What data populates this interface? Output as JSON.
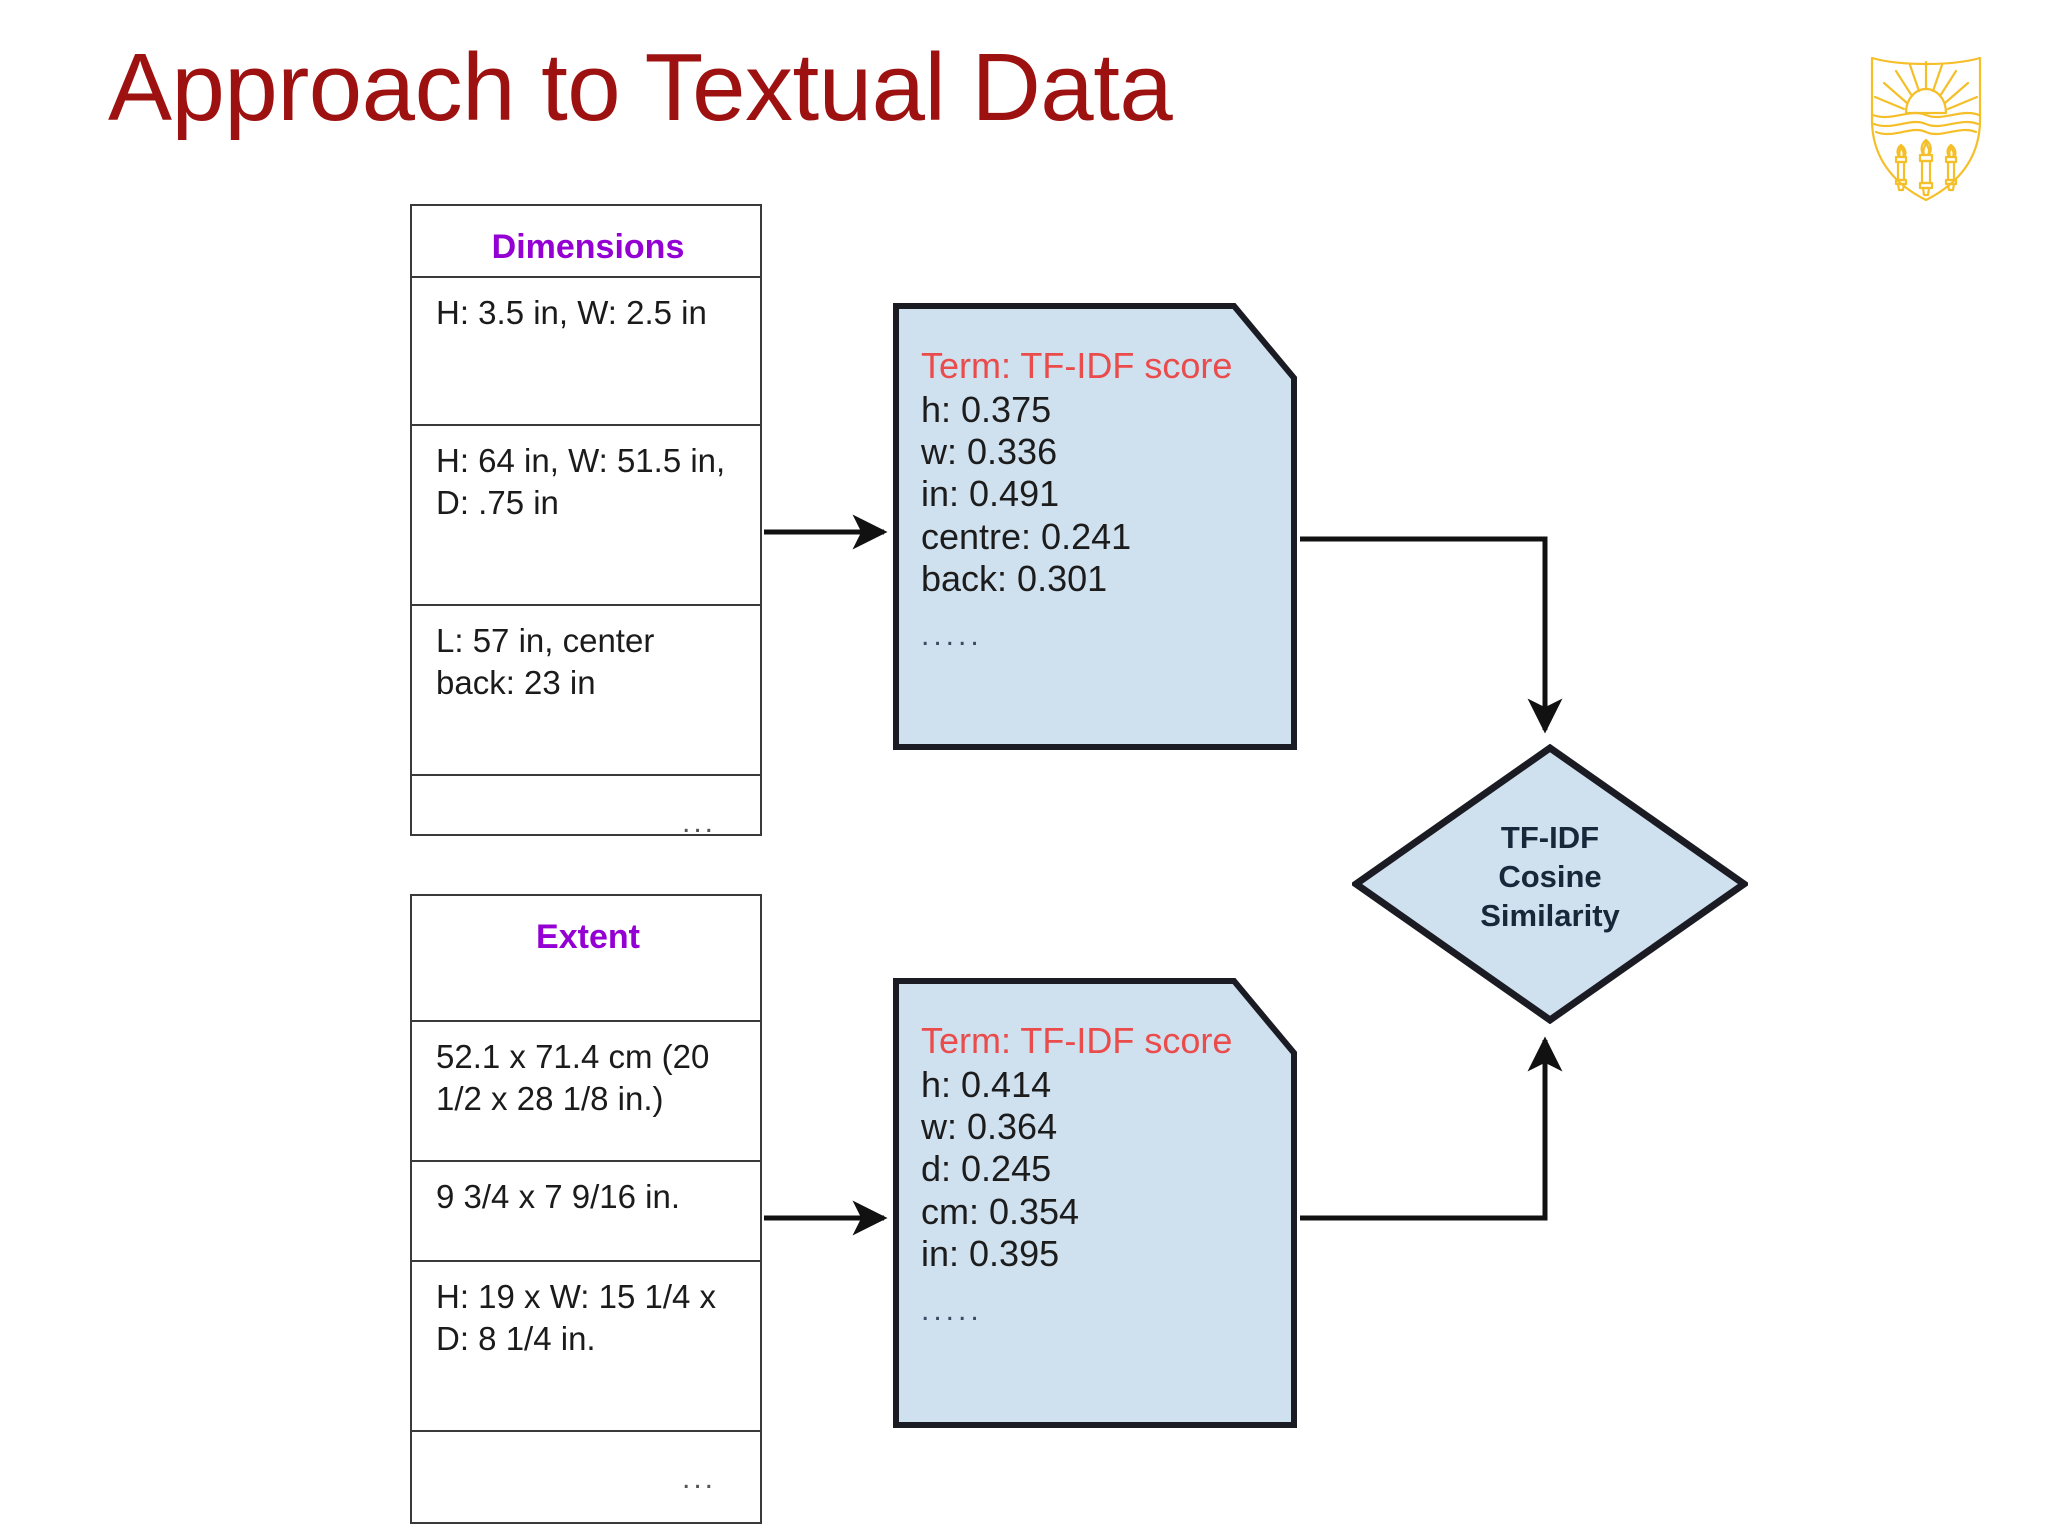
{
  "slide": {
    "title": "Approach to Textual Data",
    "title_color": "#9e1111",
    "background": "#ffffff",
    "logo_name": "usc-shield-logo",
    "logo_color": "#f5bf2a"
  },
  "tables": [
    {
      "name": "dimensions-table",
      "header": "Dimensions",
      "header_color": "#9400d3",
      "rows": [
        "H: 3.5 in, W: 2.5 in",
        "H: 64 in, W: 51.5 in,\nD: .75 in",
        "L: 57 in,  center\nback: 23 in",
        "..."
      ]
    },
    {
      "name": "extent-table",
      "header": "Extent",
      "header_color": "#9400d3",
      "rows": [
        "52.1 x 71.4 cm (20\n1/2 x 28 1/8 in.)",
        "9 3/4 x 7 9/16 in.",
        "H:  19 x W:  15 1/4 x\nD:  8 1/4 in.",
        "..."
      ]
    }
  ],
  "documents": [
    {
      "name": "tfidf-document-top",
      "heading": "Term: TF-IDF score",
      "heading_color": "#ea4b4b",
      "fill": "#cfe0ef",
      "terms": [
        {
          "term": "h",
          "score": "0.375"
        },
        {
          "term": "w",
          "score": "0.336"
        },
        {
          "term": "in",
          "score": "0.491"
        },
        {
          "term": "centre",
          "score": "0.241"
        },
        {
          "term": "back",
          "score": "0.301"
        }
      ],
      "lines": [
        "h: 0.375",
        "w: 0.336",
        "in: 0.491",
        "centre: 0.241",
        "back: 0.301"
      ],
      "continuation": "....."
    },
    {
      "name": "tfidf-document-bottom",
      "heading": "Term: TF-IDF score",
      "heading_color": "#ea4b4b",
      "fill": "#cfe0ef",
      "terms": [
        {
          "term": "h",
          "score": "0.414"
        },
        {
          "term": "w",
          "score": "0.364"
        },
        {
          "term": "d",
          "score": "0.245"
        },
        {
          "term": "cm",
          "score": "0.354"
        },
        {
          "term": "in",
          "score": "0.395"
        }
      ],
      "lines": [
        "h: 0.414",
        "w: 0.364",
        "d: 0.245",
        "cm: 0.354",
        "in: 0.395"
      ],
      "continuation": "....."
    }
  ],
  "decision": {
    "name": "cosine-similarity-node",
    "label": "TF-IDF\nCosine\nSimilarity",
    "fill": "#cfe0ef",
    "text_color": "#17283b"
  },
  "connectors": [
    {
      "name": "dimensions-to-doc-top",
      "from": "dimensions-table",
      "to": "tfidf-document-top"
    },
    {
      "name": "extent-to-doc-bottom",
      "from": "extent-table",
      "to": "tfidf-document-bottom"
    },
    {
      "name": "doc-top-to-decision",
      "from": "tfidf-document-top",
      "to": "cosine-similarity-node"
    },
    {
      "name": "doc-bottom-to-decision",
      "from": "tfidf-document-bottom",
      "to": "cosine-similarity-node"
    }
  ]
}
